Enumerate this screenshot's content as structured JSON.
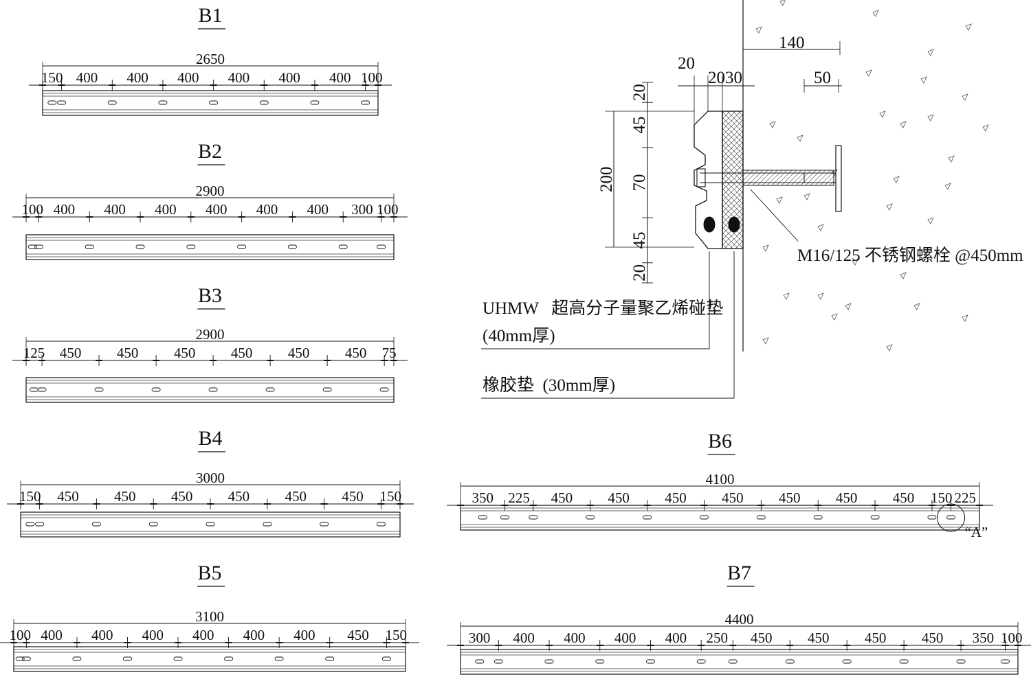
{
  "beams": [
    {
      "title": "B1",
      "total": "2650",
      "segments": [
        "150",
        "400",
        "400",
        "400",
        "400",
        "400",
        "400",
        "100"
      ]
    },
    {
      "title": "B2",
      "total": "2900",
      "segments": [
        "100",
        "400",
        "400",
        "400",
        "400",
        "400",
        "400",
        "300",
        "100"
      ]
    },
    {
      "title": "B3",
      "total": "2900",
      "segments": [
        "125",
        "450",
        "450",
        "450",
        "450",
        "450",
        "450",
        "75"
      ]
    },
    {
      "title": "B4",
      "total": "3000",
      "segments": [
        "150",
        "450",
        "450",
        "450",
        "450",
        "450",
        "450",
        "150"
      ]
    },
    {
      "title": "B5",
      "total": "3100",
      "segments": [
        "100",
        "400",
        "400",
        "400",
        "400",
        "400",
        "400",
        "450",
        "150"
      ]
    },
    {
      "title": "B6",
      "total": "4100",
      "segments": [
        "350",
        "225",
        "450",
        "450",
        "450",
        "450",
        "450",
        "450",
        "450",
        "150",
        "225"
      ],
      "detail_mark": "“A”"
    },
    {
      "title": "B7",
      "total": "4400",
      "segments": [
        "300",
        "400",
        "400",
        "400",
        "400",
        "250",
        "450",
        "450",
        "450",
        "450",
        "350",
        "100"
      ]
    }
  ],
  "section": {
    "dims": {
      "top_left": "20",
      "top_mid": "2030",
      "top_right": "140",
      "bolt_right": "50",
      "vertical": [
        "20",
        "45",
        "70",
        "45",
        "20"
      ],
      "total_height": "200"
    },
    "labels": {
      "bolt": "M16/125 不锈钢螺栓 @450mm",
      "uhmw_line1": "UHMW   超高分子量聚乙烯碰垫",
      "uhmw_line2": "(40mm厚)",
      "rubber": "橡胶垫  (30mm厚)"
    }
  }
}
